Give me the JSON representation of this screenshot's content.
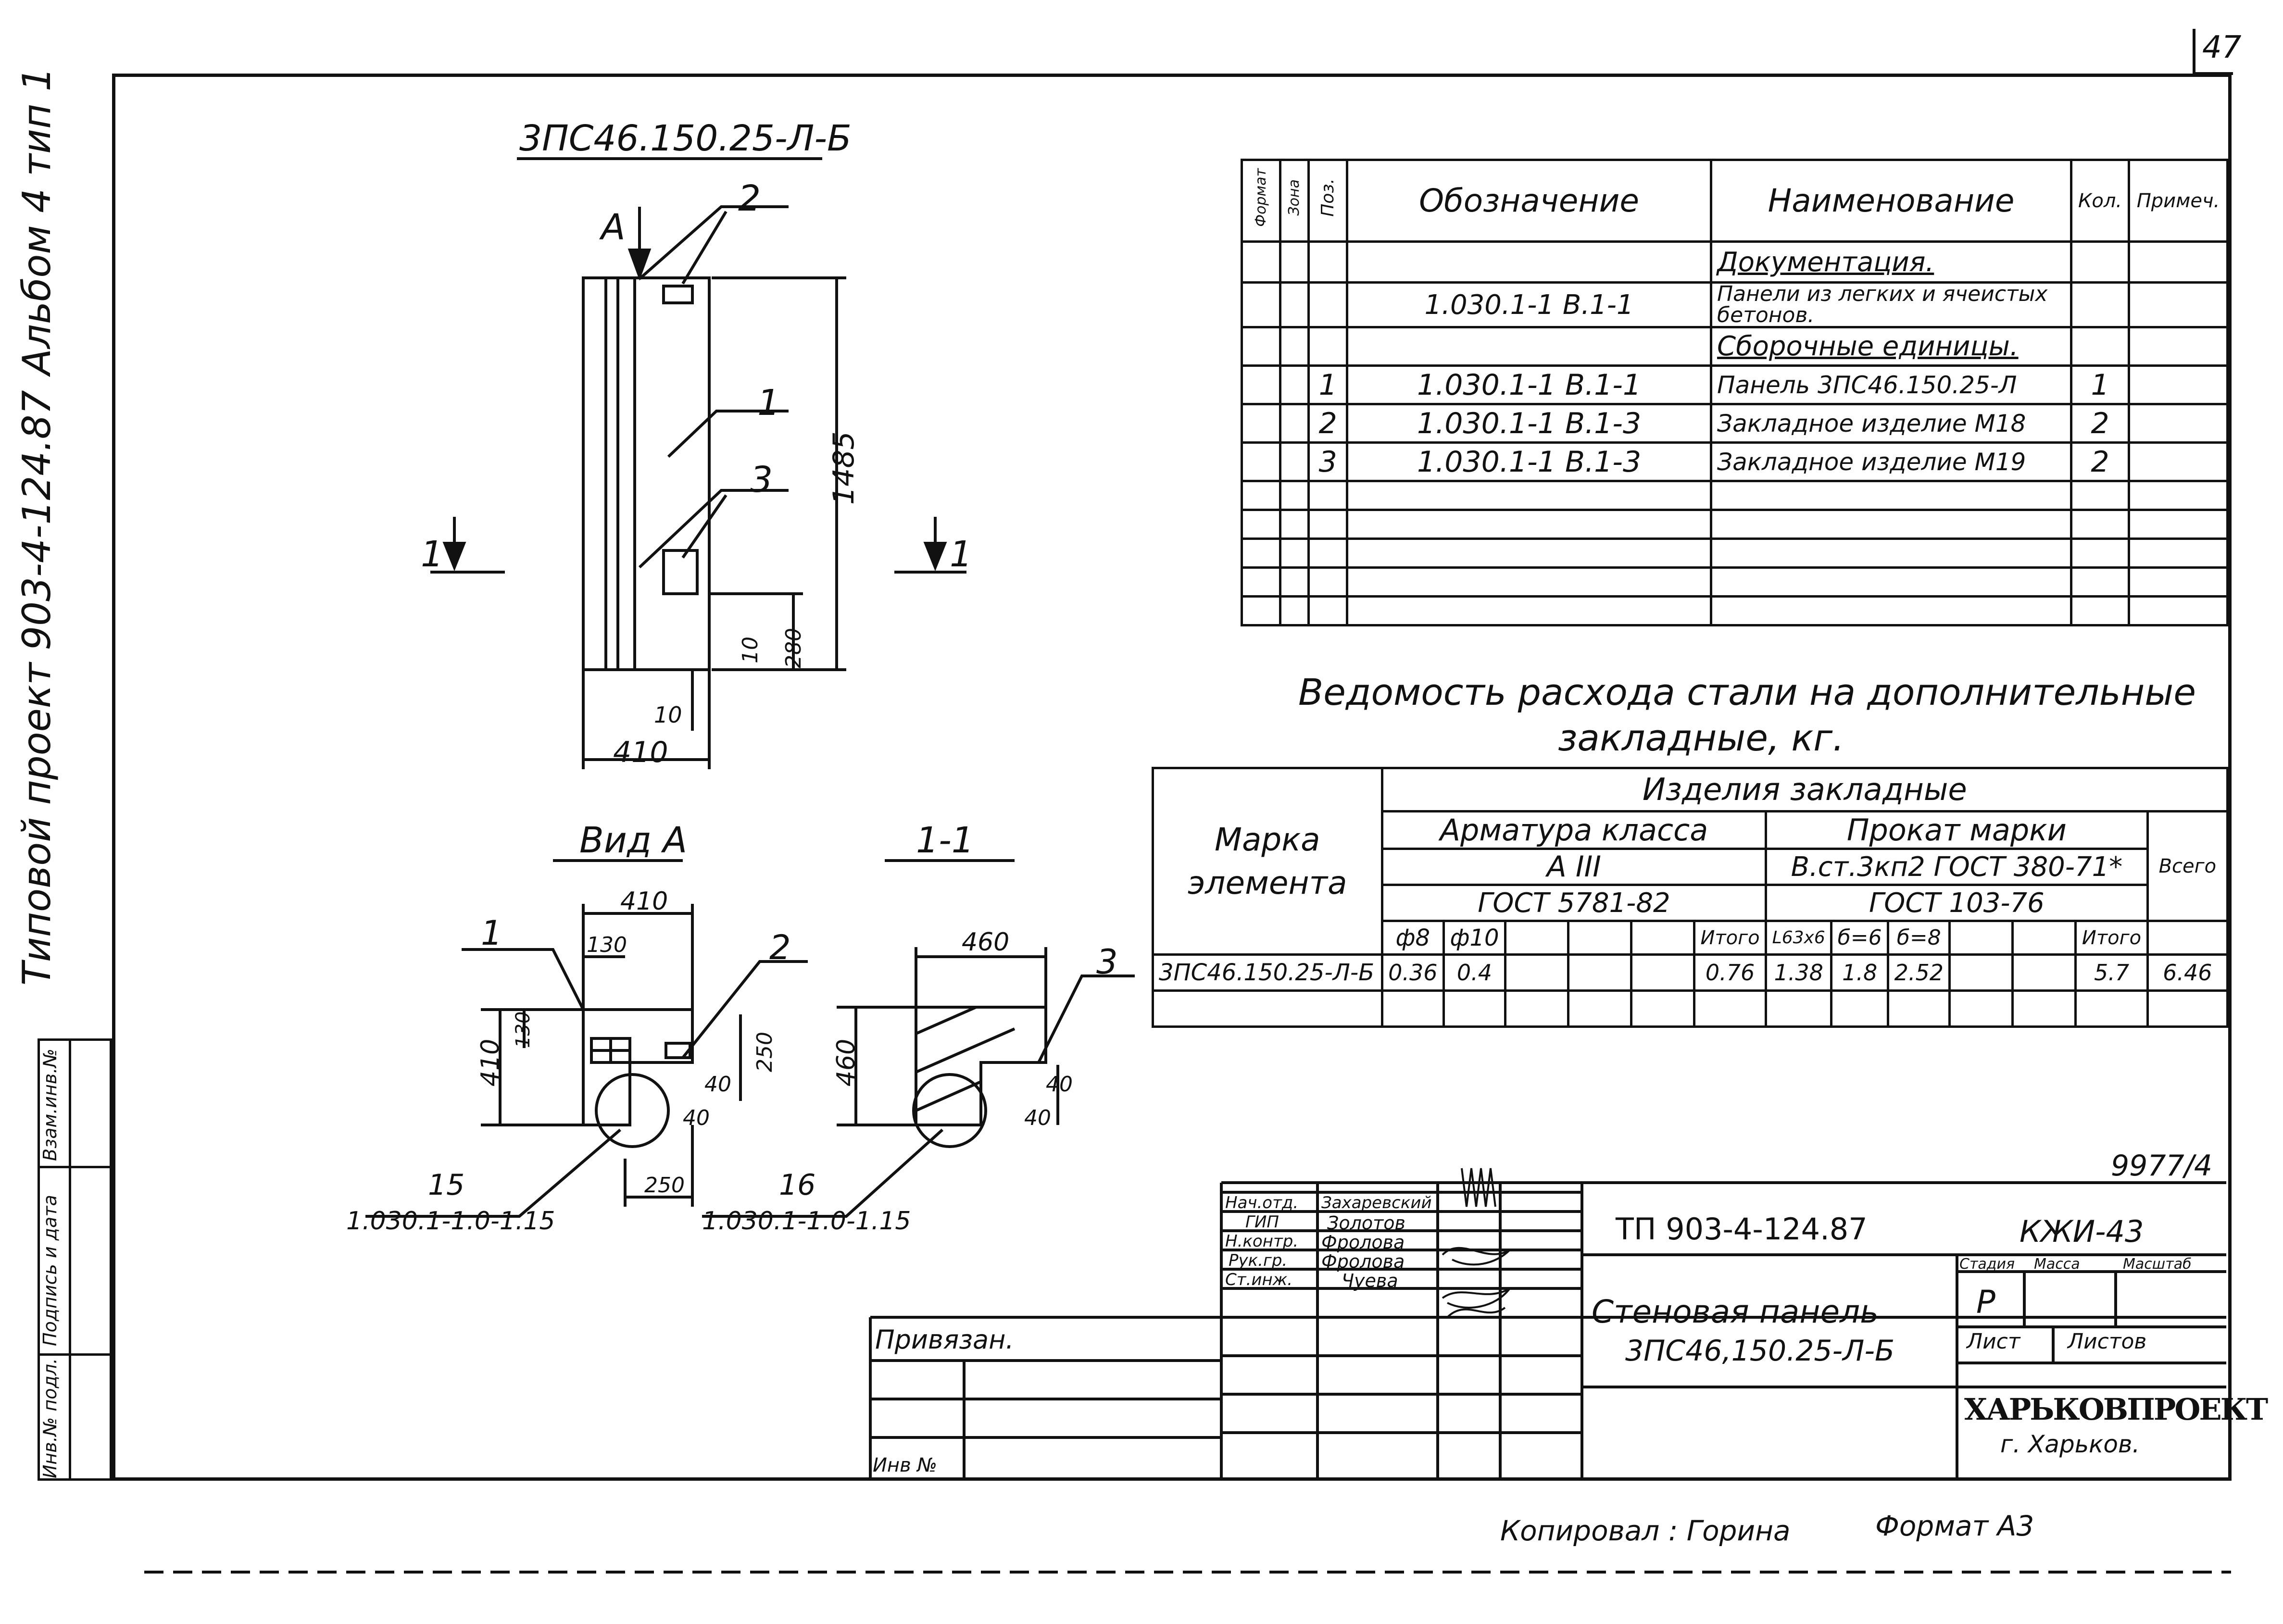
{
  "sheet": {
    "page_number": "47",
    "album_title": "Альбом 4 тип 1",
    "project_title": "Типовой проект 903-4-124.87",
    "copied_by": "Копировал : Горина",
    "format": "Формат А3",
    "archive_number": "9977/4"
  },
  "drawing": {
    "panel_mark": "3ПС46.150.25-Л-Б",
    "view_a_title": "Вид А",
    "section_title": "1-1",
    "section_mark": "1",
    "view_arrow": "А",
    "position_labels": [
      "1",
      "2",
      "3"
    ],
    "dims": {
      "height": "1485",
      "width": "410",
      "offset10a": "10",
      "offset10b": "10",
      "d280": "280",
      "va_width": "410",
      "va_130w": "130",
      "va_height": "410",
      "va_130h": "130",
      "va_250v": "250",
      "va_40a": "40",
      "va_40b": "40",
      "va_250h": "250",
      "s_width": "460",
      "s_height": "460",
      "s_40a": "40",
      "s_40b": "40"
    },
    "callout_15": "15",
    "callout_15_ref": "1.030.1-1.0-1.15",
    "callout_16": "16",
    "callout_16_ref": "1.030.1-1.0-1.15"
  },
  "spec_table": {
    "headers": {
      "format": "Формат",
      "zone": "Зона",
      "pos": "Поз.",
      "designation": "Обозначение",
      "name": "Наименование",
      "qty": "Кол.",
      "note": "Примеч."
    },
    "rows": [
      {
        "pos": "",
        "designation": "",
        "name": "Документация.",
        "qty": ""
      },
      {
        "pos": "",
        "designation": "1.030.1-1 В.1-1",
        "name": "Панели из легких и ячеистых бетонов.",
        "qty": ""
      },
      {
        "pos": "",
        "designation": "",
        "name": "Сборочные единицы.",
        "qty": ""
      },
      {
        "pos": "1",
        "designation": "1.030.1-1 В.1-1",
        "name": "Панель 3ПС46.150.25-Л",
        "qty": "1"
      },
      {
        "pos": "2",
        "designation": "1.030.1-1 В.1-3",
        "name": "Закладное изделие М18",
        "qty": "2"
      },
      {
        "pos": "3",
        "designation": "1.030.1-1 В.1-3",
        "name": "Закладное изделие М19",
        "qty": "2"
      }
    ]
  },
  "steel": {
    "title_line1": "Ведомость расхода стали на дополнительные",
    "title_line2": "закладные, кг.",
    "h_element": "Марка элемента",
    "h_embedded": "Изделия закладные",
    "h_rebar": "Арматура класса",
    "h_rebar_class": "А III",
    "h_rebar_gost": "ГОСТ 5781-82",
    "h_rolled": "Прокат марки",
    "h_rolled_grade": "В.ст.3кп2 ГОСТ 380-71*",
    "h_rolled_gost": "ГОСТ 103-76",
    "h_total": "Всего",
    "sub": [
      "ф8",
      "ф10",
      "",
      "",
      "",
      "Итого",
      "L63x6",
      "б=6",
      "б=8",
      "",
      "",
      "Итого"
    ],
    "row": [
      "3ПС46.150.25-Л-Б",
      "0.36",
      "0.4",
      "",
      "",
      "",
      "0.76",
      "1.38",
      "1.8",
      "2.52",
      "",
      "",
      "5.7",
      "6.46"
    ]
  },
  "title_block": {
    "roles": [
      "Нач.отд.",
      "ГИП",
      "Н.контр.",
      "Рук.гр.",
      "Ст.инж."
    ],
    "names": [
      "Захаревский",
      "Золотов",
      "Фролова",
      "Фролова",
      "Чуева"
    ],
    "code": "ТП 903-4-124.87",
    "sheet_code": "КЖИ-43",
    "desc_line1": "Стеновая панель",
    "desc_line2": "3ПС46,150.25-Л-Б",
    "stage_label": "Стадия",
    "mass_label": "Масса",
    "scale_label": "Масштаб",
    "stage": "Р",
    "sheet_label": "Лист",
    "sheets_label": "Листов",
    "org": "ХАРЬКОВПРОЕКТ",
    "city": "г. Харьков.",
    "bound": "Привязан.",
    "inv": "Инв №"
  },
  "stamp_left": {
    "cells": [
      "Инв.№ подл.",
      "Подпись и дата",
      "Взам.инв.№"
    ]
  }
}
